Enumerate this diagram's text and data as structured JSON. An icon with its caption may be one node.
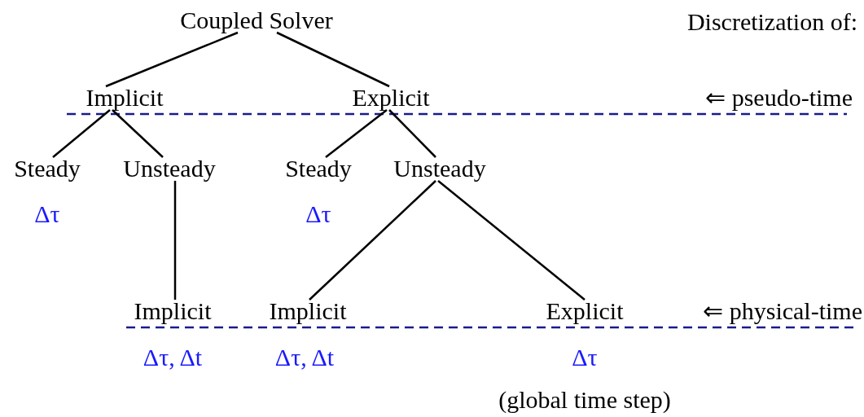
{
  "diagram": {
    "nodes": [
      {
        "text": [
          "Coupled Solver"
        ]
      },
      {
        "text": [
          "Implicit"
        ]
      },
      {
        "text": [
          "Explicit"
        ]
      },
      {
        "text": [
          "Steady"
        ],
        "beside": [
          "Δτ"
        ]
      },
      {
        "text": [
          "Unsteady"
        ]
      },
      {
        "text": [
          "Steady"
        ],
        "beside": [
          "Δτ"
        ]
      },
      {
        "text": [
          "Unsteady"
        ]
      },
      {
        "text": [
          "Implicit"
        ],
        "beside": [
          "Δτ, Δt"
        ]
      },
      {
        "text": [
          "Implicit"
        ],
        "beside": [
          "Δτ, Δt"
        ]
      },
      {
        "text": [
          "Explicit"
        ],
        "beside": [
          "Δτ",
          "(global time step)"
        ]
      }
    ],
    "edges": [
      {
        "from": 0,
        "to": 1,
        "arrow": "none"
      },
      {
        "from": 0,
        "to": 2,
        "arrow": "none"
      },
      {
        "from": 1,
        "to": 3,
        "arrow": "none"
      },
      {
        "from": 1,
        "to": 4,
        "arrow": "none"
      },
      {
        "from": 2,
        "to": 5,
        "arrow": "none"
      },
      {
        "from": 2,
        "to": 6,
        "arrow": "none"
      },
      {
        "from": 4,
        "to": 7,
        "arrow": "none"
      },
      {
        "from": 6,
        "to": 8,
        "arrow": "none"
      },
      {
        "from": 6,
        "to": 9,
        "arrow": "none"
      }
    ],
    "labels": [
      "Discretization of:",
      "⇐ pseudo-time",
      "⇐ physical-time"
    ]
  }
}
